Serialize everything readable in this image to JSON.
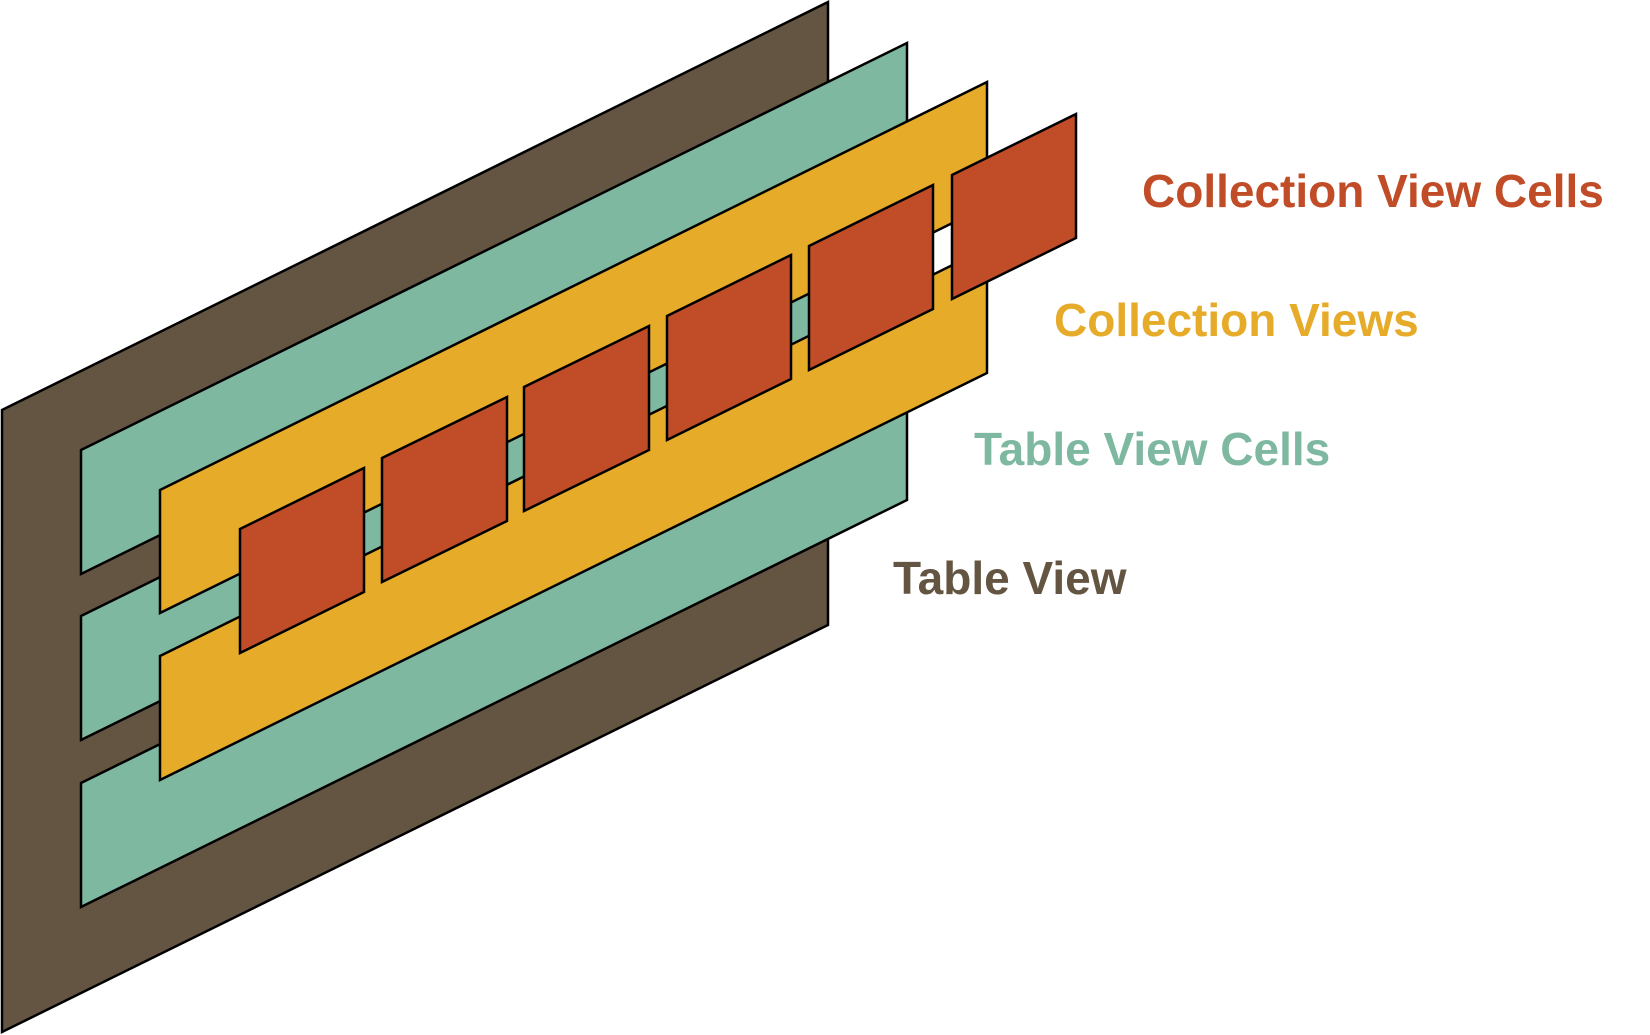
{
  "colors": {
    "table_view": "#645543",
    "table_view_cells": "#7eb8a0",
    "collection_views": "#e6ab29",
    "collection_view_cells": "#c04d27",
    "outline": "#000000",
    "background": "#ffffff"
  },
  "layers": {
    "table_view": {
      "label": "Table View",
      "color": "#645543"
    },
    "table_view_cells": {
      "label": "Table View Cells",
      "color": "#7eb8a0"
    },
    "collection_views": {
      "label": "Collection Views",
      "color": "#e6ab29"
    },
    "collection_view_cells": {
      "label": "Collection View Cells",
      "color": "#c04d27"
    }
  }
}
